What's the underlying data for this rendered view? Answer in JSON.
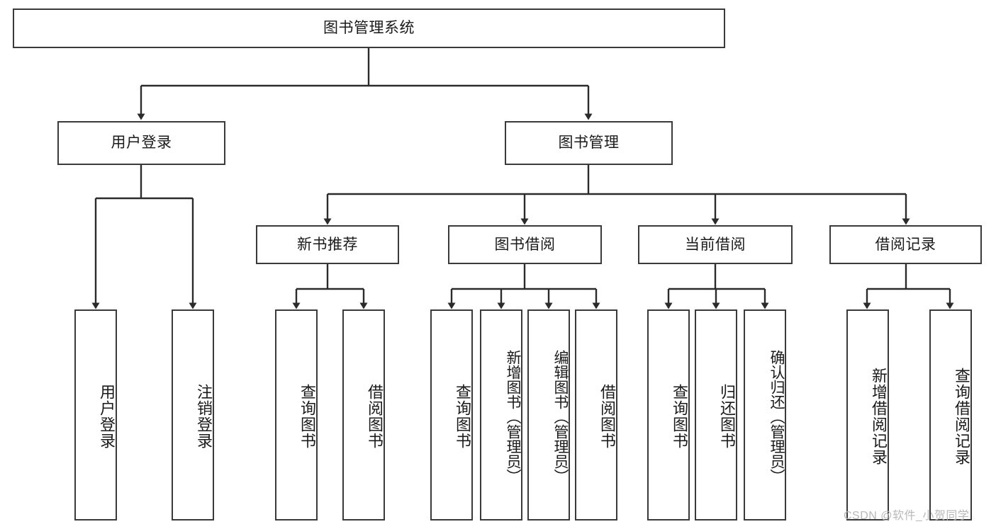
{
  "diagram": {
    "type": "tree-hierarchy-functional-decomposition",
    "title_node": {
      "label": "图书管理系统",
      "level": 0
    },
    "level1": [
      {
        "id": "user-login",
        "label": "用户登录"
      },
      {
        "id": "book-management",
        "label": "图书管理"
      }
    ],
    "level2": [
      {
        "id": "new-book-recommend",
        "label": "新书推荐",
        "parent": "book-management"
      },
      {
        "id": "book-borrow",
        "label": "图书借阅",
        "parent": "book-management"
      },
      {
        "id": "current-borrow",
        "label": "当前借阅",
        "parent": "book-management"
      },
      {
        "id": "borrow-record",
        "label": "借阅记录",
        "parent": "book-management"
      }
    ],
    "leaves": {
      "user-login": [
        {
          "id": "leaf-user-login",
          "label": "用户登录"
        },
        {
          "id": "leaf-logout",
          "label": "注销登录"
        }
      ],
      "new-book-recommend": [
        {
          "id": "leaf-query-book-1",
          "label": "查询图书"
        },
        {
          "id": "leaf-borrow-book-1",
          "label": "借阅图书"
        }
      ],
      "book-borrow": [
        {
          "id": "leaf-query-book-2",
          "label": "查询图书"
        },
        {
          "id": "leaf-add-book",
          "label": "新增图书（管理员）"
        },
        {
          "id": "leaf-edit-book",
          "label": "编辑图书（管理员）"
        },
        {
          "id": "leaf-borrow-book-2",
          "label": "借阅图书"
        }
      ],
      "current-borrow": [
        {
          "id": "leaf-query-book-3",
          "label": "查询图书"
        },
        {
          "id": "leaf-return-book",
          "label": "归还图书"
        },
        {
          "id": "leaf-confirm-return",
          "label": "确认归还（管理员）"
        }
      ],
      "borrow-record": [
        {
          "id": "leaf-add-record",
          "label": "新增借阅记录"
        },
        {
          "id": "leaf-query-record",
          "label": "查询借阅记录"
        }
      ]
    },
    "colors": {
      "box_border": "#3a3a3a",
      "connector": "#2b2b2b",
      "background": "#ffffff",
      "text": "#1a1a1a",
      "watermark": "#b9b9b9"
    }
  },
  "watermark": {
    "text": "CSDN @软件_小贺同学"
  }
}
